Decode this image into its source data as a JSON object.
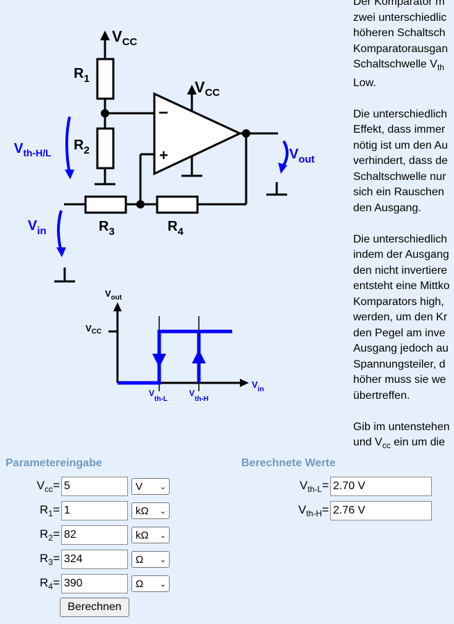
{
  "prose": {
    "lines": [
      "Der Komparator m",
      "zwei unterschiedlic",
      "höheren Schaltsch",
      "Komparatorausgan",
      "Schaltschwelle V",
      "Low.",
      "",
      "Die unterschiedlich",
      "Effekt, dass immer",
      "nötig ist um den Au",
      "verhindert, dass de",
      "Schaltschwelle nur",
      "sich ein Rauschen",
      "den Ausgang.",
      "",
      "Die unterschiedlich",
      "indem der Ausgang",
      "den nicht invertiere",
      "entsteht eine Mittko",
      "Komparators high,",
      "werden, um den Kr",
      "den Pegel am inve",
      "Ausgang jedoch au",
      "Spannungsteiler, d",
      "höher muss sie we",
      "übertreffen.",
      "",
      "Gib im untenstehen",
      "und V"
    ],
    "sub_th": "th",
    "sub_cc": "cc",
    "tail_cc": " ein um die"
  },
  "circuit": {
    "vcc": "V",
    "vcc_sub": "CC",
    "r1": "R",
    "r1_sub": "1",
    "r2": "R",
    "r2_sub": "2",
    "r3": "R",
    "r3_sub": "3",
    "r4": "R",
    "r4_sub": "4",
    "vth": "V",
    "vth_sub": "th-H/L",
    "vin": "V",
    "vin_sub": "in",
    "vout": "V",
    "vout_sub": "out",
    "minus": "−",
    "plus": "+"
  },
  "diagram": {
    "vout": "V",
    "vout_sub": "out",
    "vcc": "V",
    "vcc_sub": "CC",
    "vin": "V",
    "vin_sub": "in",
    "vthl": "V",
    "vthl_sub": "th-L",
    "vthh": "V",
    "vthh_sub": "th-H"
  },
  "inputs": {
    "title": "Parametereingabe",
    "vcc": {
      "label": "V",
      "sub": "cc",
      "value": "5",
      "unit": "V"
    },
    "r1": {
      "label": "R",
      "sub": "1",
      "value": "1",
      "unit": "kΩ"
    },
    "r2": {
      "label": "R",
      "sub": "2",
      "value": "82",
      "unit": "kΩ"
    },
    "r3": {
      "label": "R",
      "sub": "3",
      "value": "324",
      "unit": "Ω"
    },
    "r4": {
      "label": "R",
      "sub": "4",
      "value": "390",
      "unit": "Ω"
    },
    "eq": "=",
    "button": "Berechnen"
  },
  "outputs": {
    "title": "Berechnete Werte",
    "vthl": {
      "label": "V",
      "sub": "th-L",
      "value": "2.70 V"
    },
    "vthh": {
      "label": "V",
      "sub": "th-H",
      "value": "2.76 V"
    }
  },
  "colors": {
    "accent": "#0000ff",
    "title": "#6f9ac1",
    "background": "#e6f0fc"
  }
}
